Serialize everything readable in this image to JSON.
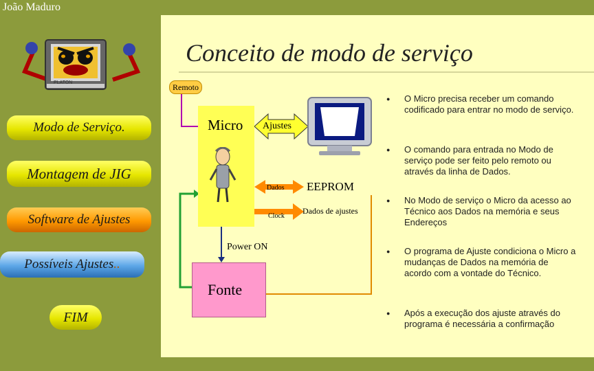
{
  "header": {
    "author": "João Maduro",
    "title": "Conceito de modo de serviço"
  },
  "mascot": {
    "label": "PLATON"
  },
  "nav": [
    {
      "label": "Modo de Serviço."
    },
    {
      "label": "Montagem de JIG"
    },
    {
      "label": "Software de Ajustes"
    },
    {
      "label": "Possíveis Ajustes",
      "suffix": ".."
    },
    {
      "label": "FIM"
    }
  ],
  "diagram": {
    "remoto": "Remoto",
    "micro": "Micro",
    "ajustes": "Ajustes",
    "dados": "Dados",
    "clock": "Clock",
    "eeprom": "EEPROM",
    "dados_ajustes": "Dados de ajustes",
    "power_on": "Power ON",
    "fonte": "Fonte"
  },
  "bullets": [
    "O Micro precisa receber um comando codificado para entrar no modo de serviço.",
    "O comando para entrada no Modo de serviço pode ser feito pelo remoto ou através da linha de Dados.",
    "No Modo de serviço o Micro da acesso ao Técnico aos Dados na memória e seus Endereços",
    "O programa de Ajuste condiciona o Micro a mudanças de Dados na memória de acordo com a vontade do Técnico.",
    "Após a execução dos ajuste através do programa é necessária a confirmação"
  ],
  "colors": {
    "sidebar": "#8c9b3c",
    "background": "#ffffc0",
    "micro_box": "#ffff55",
    "fonte_box": "#ff99cc"
  }
}
